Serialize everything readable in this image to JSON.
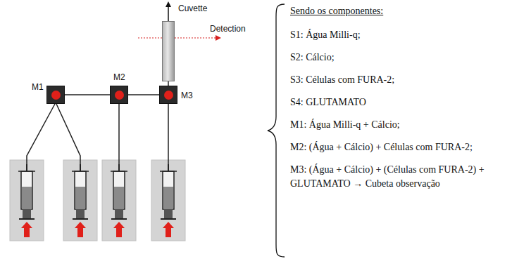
{
  "diagram": {
    "nodes": [
      {
        "text": [
          "M1"
        ]
      },
      {
        "text": [
          "M2"
        ]
      },
      {
        "text": [
          "M3"
        ]
      },
      {
        "text": [
          "Cuvette"
        ]
      }
    ],
    "edges": [
      {
        "from": 0,
        "to": 1,
        "arrow": "none"
      },
      {
        "from": 1,
        "to": 2,
        "arrow": "none"
      },
      {
        "from": 2,
        "to": 3,
        "arrow": "none"
      }
    ],
    "labels": [
      "Detection",
      "Sendo os componentes:",
      "S1: Água Milli-q;",
      "S2: Cálcio;",
      "S3: Células com FURA-2;",
      "S4: GLUTAMATO",
      "M1: Água Milli-q + Cálcio;",
      "M2: (Água + Cálcio) + Células com FURA-2;",
      "M3: (Água + Cálcio) + (Células com FURA-2) + GLUTAMATO → Cubeta observação"
    ]
  }
}
